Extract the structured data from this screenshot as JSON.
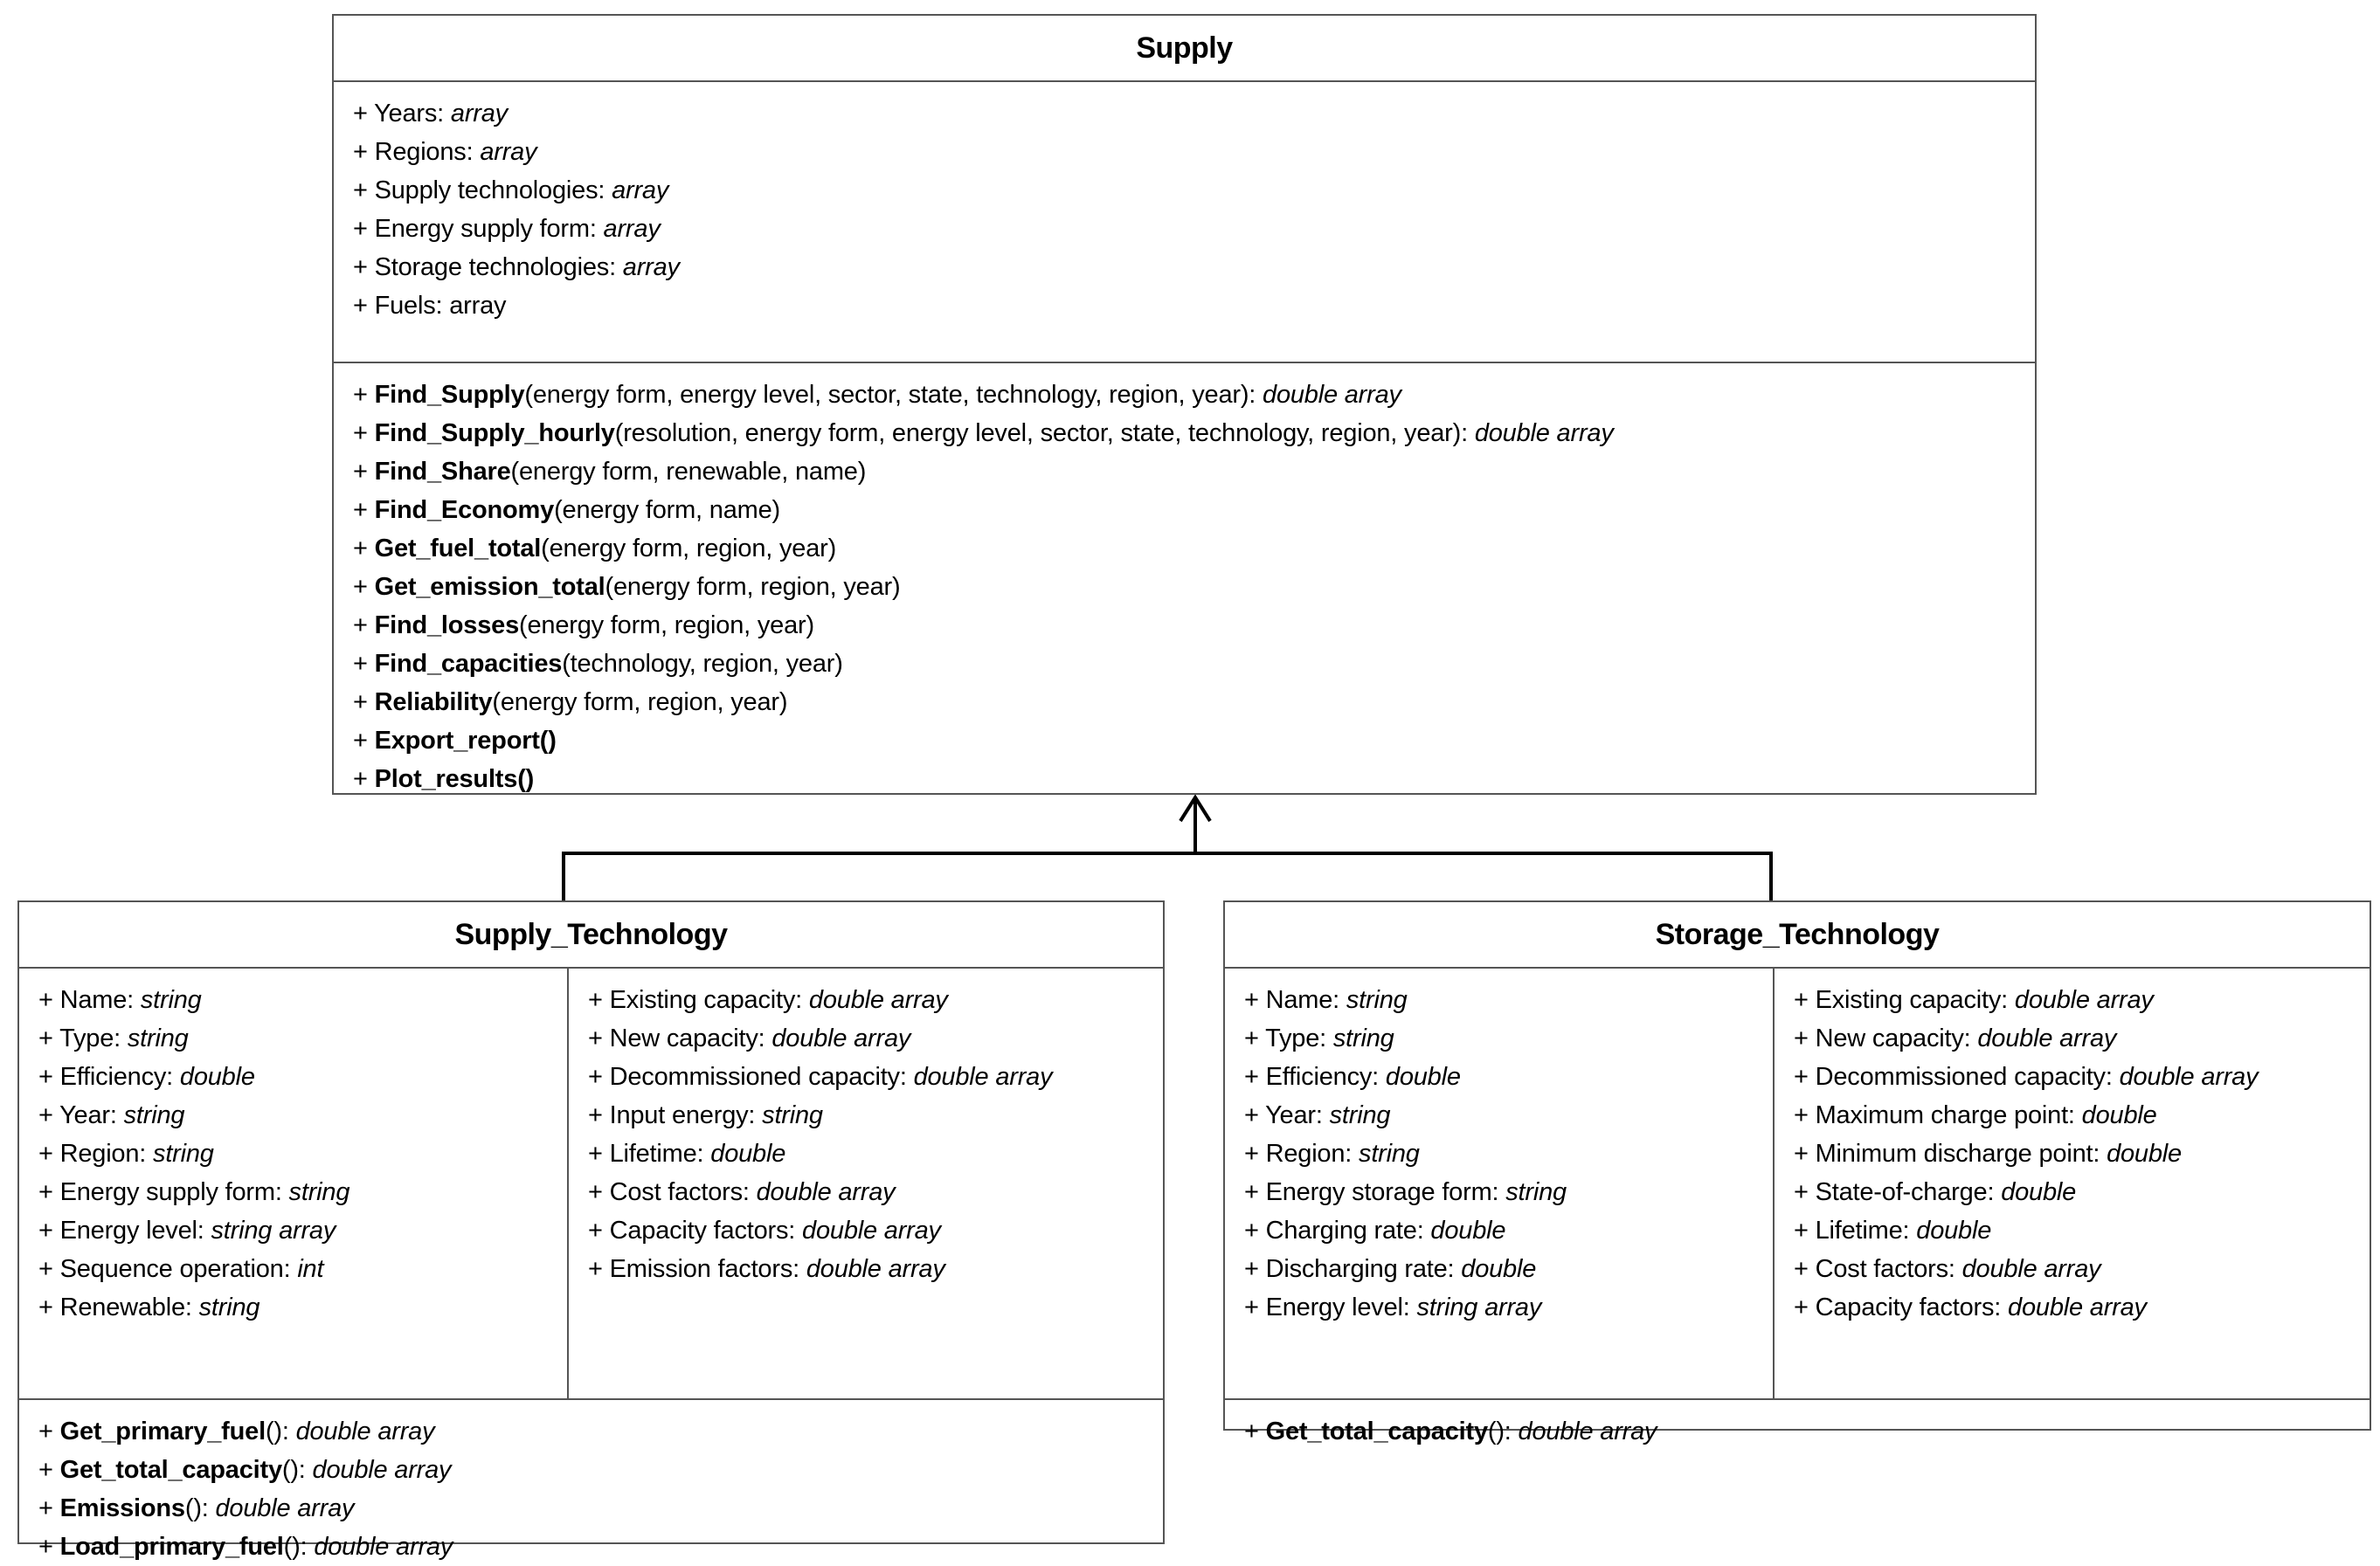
{
  "supply": {
    "title": "Supply",
    "attributes": [
      {
        "prefix": "+ ",
        "name": "Years: ",
        "type": "array"
      },
      {
        "prefix": "+ ",
        "name": "Regions: ",
        "type": "array"
      },
      {
        "prefix": "+ ",
        "name": "Supply technologies: ",
        "type": "array"
      },
      {
        "prefix": "+ ",
        "name": "Energy supply form: ",
        "type": "array"
      },
      {
        "prefix": "+ ",
        "name": "Storage technologies: ",
        "type": "array"
      },
      {
        "prefix": "+ ",
        "name": "Fuels: array",
        "type": ""
      }
    ],
    "methods": [
      {
        "prefix": "+ ",
        "name": "Find_Supply",
        "params": "(energy form, energy level, sector, state, technology, region, year): ",
        "ret": "double array"
      },
      {
        "prefix": "+ ",
        "name": "Find_Supply_hourly",
        "params": "(resolution, energy form, energy level, sector, state, technology, region, year): ",
        "ret": "double array"
      },
      {
        "prefix": "+ ",
        "name": "Find_Share",
        "params": "(energy form, renewable, name)",
        "ret": ""
      },
      {
        "prefix": "+ ",
        "name": "Find_Economy",
        "params": "(energy form, name)",
        "ret": ""
      },
      {
        "prefix": "+ ",
        "name": "Get_fuel_total",
        "params": "(energy form, region, year)",
        "ret": ""
      },
      {
        "prefix": "+ ",
        "name": "Get_emission_total",
        "params": "(energy form, region, year)",
        "ret": ""
      },
      {
        "prefix": "+ ",
        "name": "Find_losses",
        "params": "(energy form, region, year)",
        "ret": ""
      },
      {
        "prefix": "+ ",
        "name": "Find_capacities",
        "params": "(technology, region, year)",
        "ret": ""
      },
      {
        "prefix": "+ ",
        "name": "Reliability",
        "params": "(energy form, region, year)",
        "ret": ""
      },
      {
        "prefix": "+ ",
        "name": "Export_report()",
        "params": "",
        "ret": ""
      },
      {
        "prefix": "+ ",
        "name": "Plot_results()",
        "params": "",
        "ret": ""
      }
    ]
  },
  "supply_technology": {
    "title": "Supply_Technology",
    "attributes_left": [
      {
        "prefix": "+ ",
        "name": "Name: ",
        "type": "string"
      },
      {
        "prefix": "+ ",
        "name": "Type: ",
        "type": "string"
      },
      {
        "prefix": "+ ",
        "name": "Efficiency: ",
        "type": "double"
      },
      {
        "prefix": "+ ",
        "name": "Year: ",
        "type": "string"
      },
      {
        "prefix": "+ ",
        "name": "Region: ",
        "type": "string"
      },
      {
        "prefix": "+ ",
        "name": "Energy supply form: ",
        "type": "string"
      },
      {
        "prefix": "+ ",
        "name": "Energy level: ",
        "type": "string array"
      },
      {
        "prefix": "+ ",
        "name": "Sequence operation: ",
        "type": "int"
      },
      {
        "prefix": "+ ",
        "name": "Renewable: ",
        "type": "string"
      }
    ],
    "attributes_right": [
      {
        "prefix": "+ ",
        "name": "Existing capacity: ",
        "type": "double array"
      },
      {
        "prefix": "+ ",
        "name": "New capacity: ",
        "type": "double array"
      },
      {
        "prefix": "+ ",
        "name": "Decommissioned capacity: ",
        "type": "double array"
      },
      {
        "prefix": "+ ",
        "name": "Input energy: ",
        "type": "string"
      },
      {
        "prefix": "+ ",
        "name": "Lifetime: ",
        "type": "double"
      },
      {
        "prefix": "+ ",
        "name": "Cost factors: ",
        "type": "double array"
      },
      {
        "prefix": "+ ",
        "name": "Capacity factors: ",
        "type": "double array"
      },
      {
        "prefix": "+ ",
        "name": "Emission factors: ",
        "type": "double array"
      }
    ],
    "methods": [
      {
        "prefix": "+ ",
        "name": "Get_primary_fuel",
        "params": "(): ",
        "ret": "double array"
      },
      {
        "prefix": "+ ",
        "name": "Get_total_capacity",
        "params": "(): ",
        "ret": "double array"
      },
      {
        "prefix": "+ ",
        "name": "Emissions",
        "params": "(): ",
        "ret": "double array"
      },
      {
        "prefix": "+ ",
        "name": "Load_primary_fuel",
        "params": "(): ",
        "ret": "double array"
      }
    ]
  },
  "storage_technology": {
    "title": "Storage_Technology",
    "attributes_left": [
      {
        "prefix": "+ ",
        "name": "Name: ",
        "type": "string"
      },
      {
        "prefix": "+ ",
        "name": "Type: ",
        "type": "string"
      },
      {
        "prefix": "+ ",
        "name": "Efficiency: ",
        "type": "double"
      },
      {
        "prefix": "+ ",
        "name": "Year: ",
        "type": "string"
      },
      {
        "prefix": "+ ",
        "name": "Region: ",
        "type": "string"
      },
      {
        "prefix": "+ ",
        "name": "Energy storage form: ",
        "type": "string"
      },
      {
        "prefix": "+ ",
        "name": "Charging rate: ",
        "type": "double"
      },
      {
        "prefix": "+ ",
        "name": "Discharging rate: ",
        "type": "double"
      },
      {
        "prefix": "+ ",
        "name": "Energy level: ",
        "type": "string array"
      }
    ],
    "attributes_right": [
      {
        "prefix": "+ ",
        "name": "Existing capacity: ",
        "type": "double array"
      },
      {
        "prefix": "+ ",
        "name": "New capacity: ",
        "type": "double array"
      },
      {
        "prefix": "+ ",
        "name": "Decommissioned capacity: ",
        "type": "double array"
      },
      {
        "prefix": "+ ",
        "name": "Maximum charge point: ",
        "type": "double"
      },
      {
        "prefix": "+ ",
        "name": "Minimum discharge point: ",
        "type": "double"
      },
      {
        "prefix": "+ ",
        "name": "State-of-charge: ",
        "type": "double"
      },
      {
        "prefix": "+ ",
        "name": "Lifetime: ",
        "type": "double"
      },
      {
        "prefix": "+ ",
        "name": "Cost factors: ",
        "type": "double array"
      },
      {
        "prefix": "+ ",
        "name": "Capacity factors: ",
        "type": "double array"
      }
    ],
    "methods": [
      {
        "prefix": "+ ",
        "name": "Get_total_capacity",
        "params": "(): ",
        "ret": "double array"
      }
    ]
  }
}
